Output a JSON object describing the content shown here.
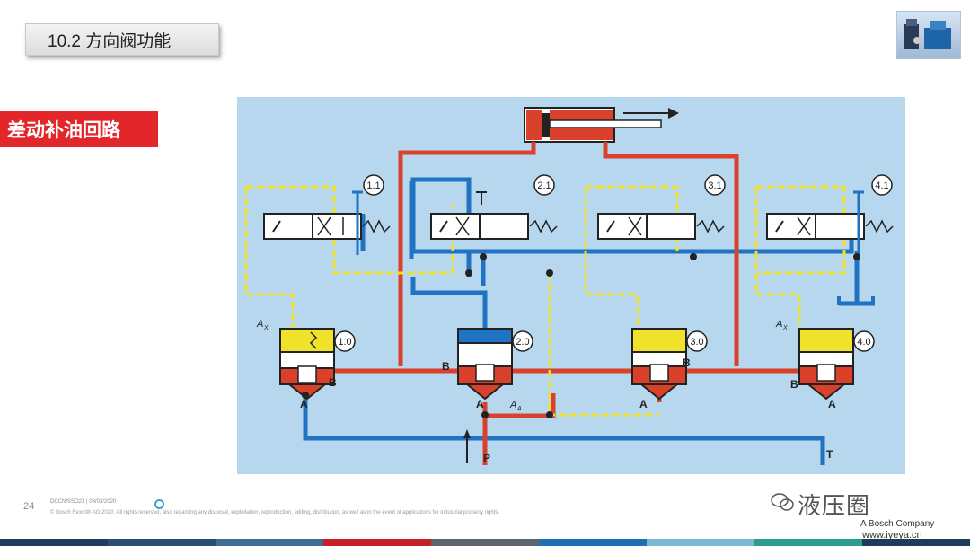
{
  "header": {
    "title": "10.2 方向阀功能"
  },
  "section_label": "差动补油回路",
  "diagram": {
    "valve_labels": [
      "1.1",
      "2.1",
      "3.1",
      "4.1",
      "1.0",
      "2.0",
      "3.0",
      "4.0"
    ],
    "port_labels": {
      "A": "A",
      "B": "B",
      "P": "P",
      "T": "T",
      "Ax": "A",
      "Ax_sub": "X",
      "AA": "A",
      "AA_sub": "A"
    },
    "colors": {
      "pressure": "#d9412b",
      "tank": "#1f73c2",
      "pilot": "#f0e12a",
      "background": "#b7d7ee"
    }
  },
  "footer": {
    "page_number": "24",
    "line1": "DCCN/SSO21 | 03/03/2020",
    "line2": "© Bosch Rexroth AG 2020. All rights reserved, also regarding any disposal, exploitation, reproduction, editing, distribution, as well as in the event of applications for industrial property rights."
  },
  "watermark": {
    "text": "液压圈",
    "bosch": "A Bosch Company",
    "url": "www.iyeya.cn"
  },
  "bottom_bar_colors": [
    "#1f3a5c",
    "#2a4d72",
    "#3f6d93",
    "#c62026",
    "#5c6670",
    "#1f6fb5",
    "#7ab8d6",
    "#2a9d8f",
    "#1f3a5c"
  ]
}
